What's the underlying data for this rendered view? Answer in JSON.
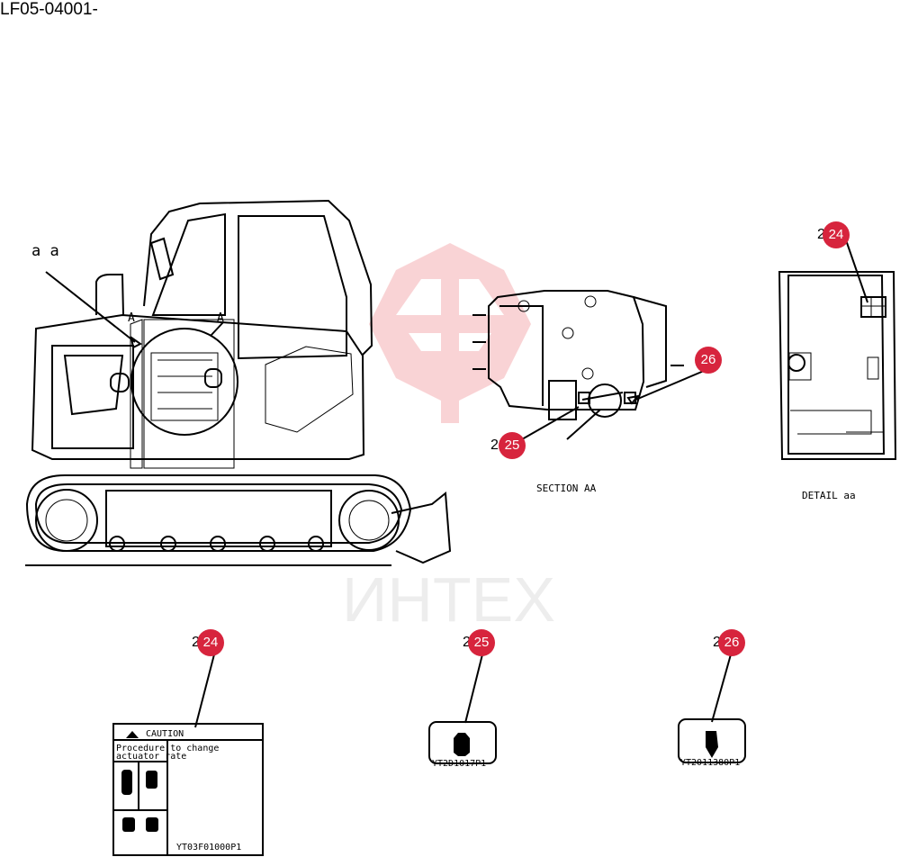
{
  "title": "LF05-04001-",
  "watermark": "ИНТЕХ",
  "labels": {
    "aa": "a a",
    "a_left": "A",
    "a_right": "A",
    "section": "SECTION AA",
    "detail": "DETAIL aa"
  },
  "callouts": [
    "24",
    "25",
    "26"
  ],
  "caution_label": {
    "heading": "CAUTION",
    "line1": "Procedure to change",
    "line2": "actuator rate",
    "code": "YT03F01000P1"
  },
  "small_label_1": "YT2D1017P1",
  "small_label_2": "YT2011380P1"
}
